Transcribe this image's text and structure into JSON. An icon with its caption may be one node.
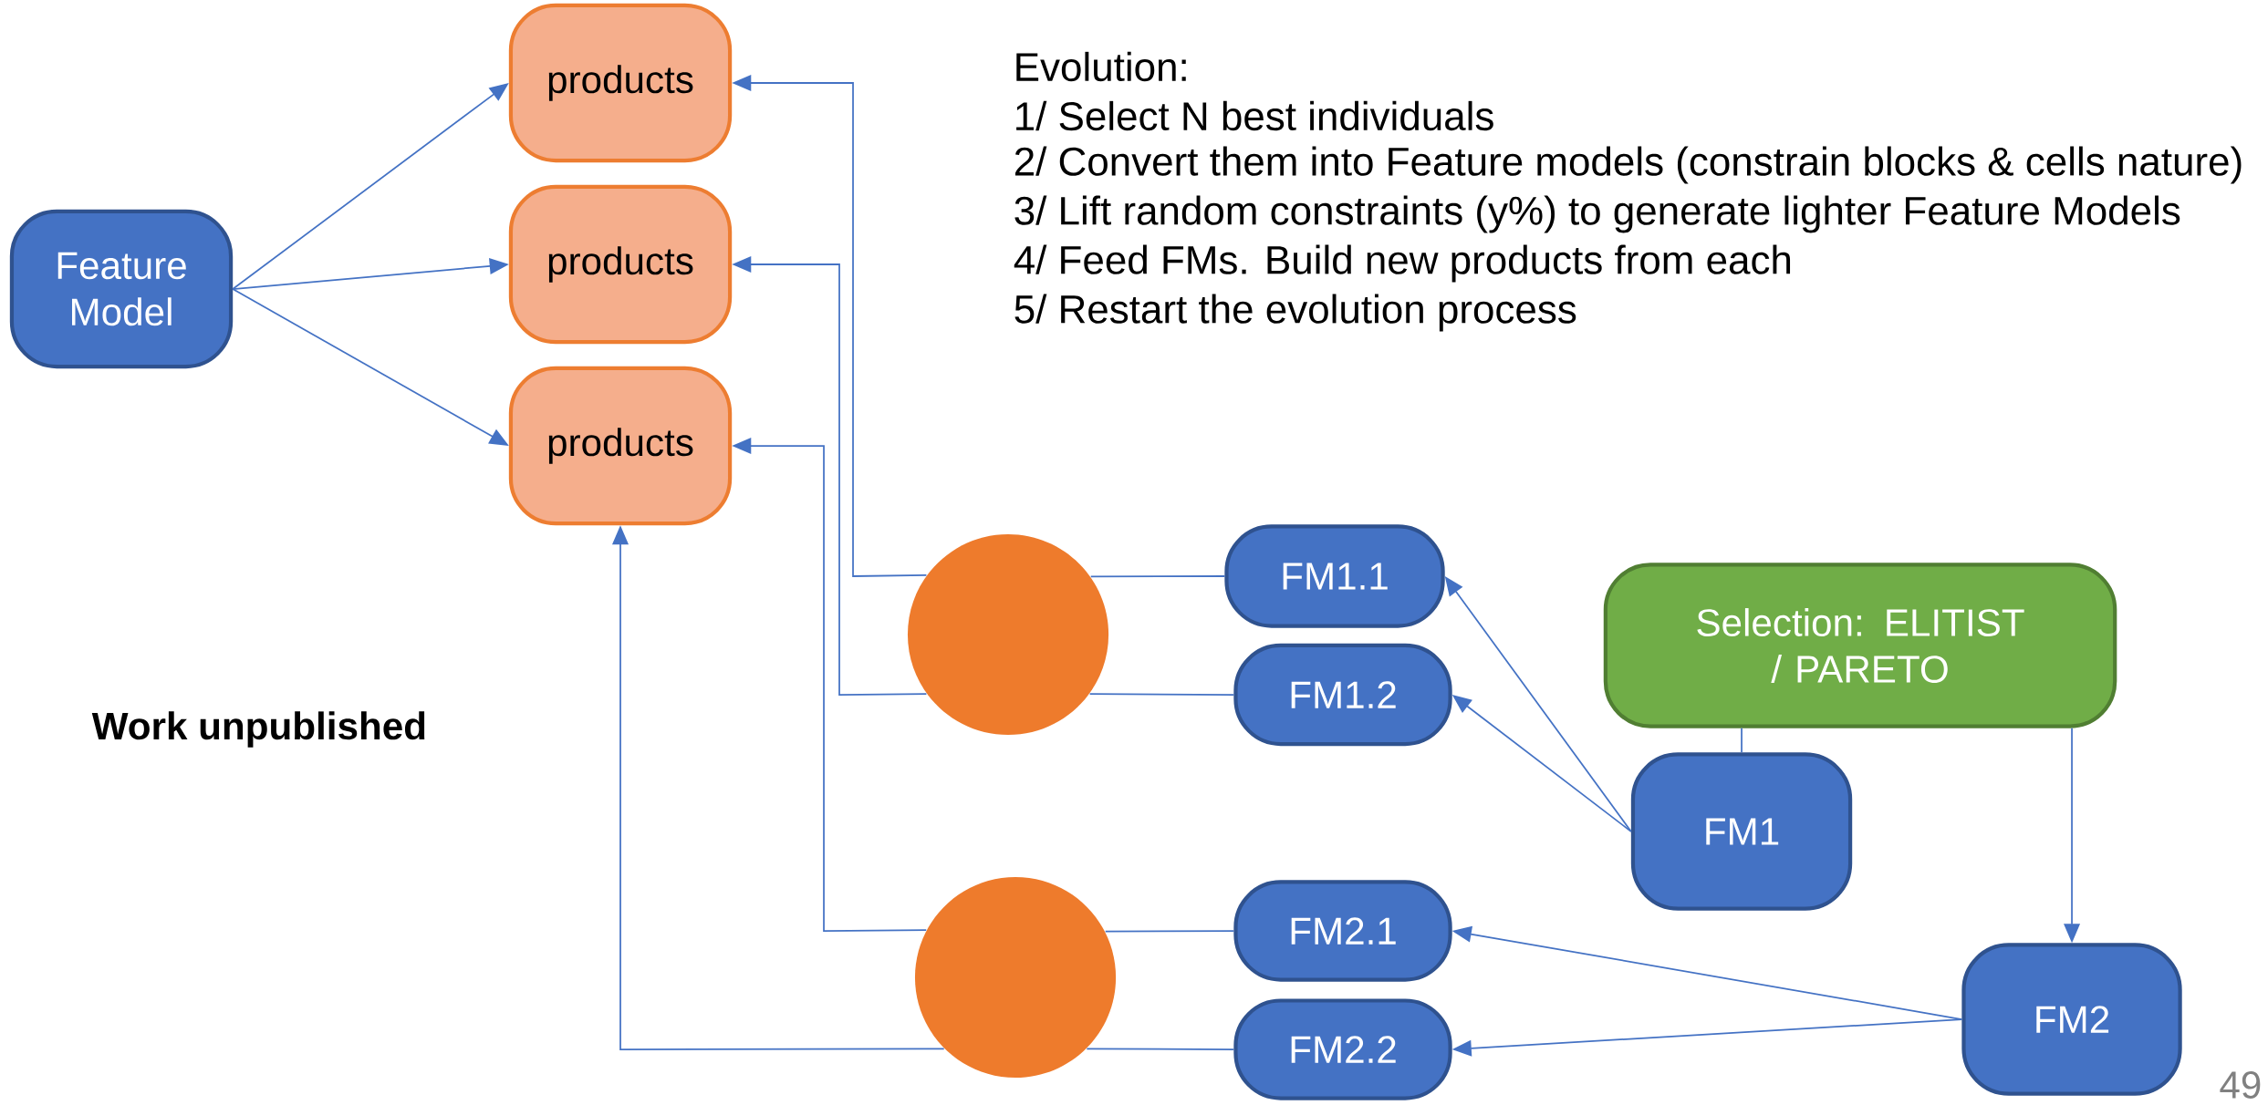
{
  "diagram": {
    "nodes": [
      {
        "text": [
          "Feature Model"
        ]
      },
      {
        "text": [
          "products"
        ]
      },
      {
        "text": [
          "products"
        ]
      },
      {
        "text": [
          "products"
        ]
      },
      {
        "text": [],
        "shape": "circle"
      },
      {
        "text": [
          "FM1.1"
        ]
      },
      {
        "text": [
          "FM1.2"
        ]
      },
      {
        "text": [
          "Selection: ELITIST / PARETO"
        ]
      },
      {
        "text": [
          "FM1"
        ]
      },
      {
        "text": [],
        "shape": "circle"
      },
      {
        "text": [
          "FM2.1"
        ]
      },
      {
        "text": [
          "FM2.2"
        ]
      },
      {
        "text": [
          "FM2"
        ]
      }
    ],
    "edges": [
      {
        "from": 0,
        "to": 1,
        "arrow": "to"
      },
      {
        "from": 0,
        "to": 2,
        "arrow": "to"
      },
      {
        "from": 0,
        "to": 3,
        "arrow": "to"
      },
      {
        "from": 5,
        "to": 4,
        "arrow": "none"
      },
      {
        "from": 4,
        "to": 1,
        "arrow": "to"
      },
      {
        "from": 6,
        "to": 4,
        "arrow": "none"
      },
      {
        "from": 4,
        "to": 2,
        "arrow": "to"
      },
      {
        "from": 10,
        "to": 9,
        "arrow": "none"
      },
      {
        "from": 9,
        "to": 3,
        "arrow": "to"
      },
      {
        "from": 11,
        "to": 9,
        "arrow": "none"
      },
      {
        "from": 9,
        "to": 3,
        "arrow": "to"
      },
      {
        "from": 8,
        "to": 5,
        "arrow": "to"
      },
      {
        "from": 8,
        "to": 6,
        "arrow": "to"
      },
      {
        "from": 7,
        "to": 8,
        "arrow": "none"
      },
      {
        "from": 7,
        "to": 12,
        "arrow": "to"
      },
      {
        "from": 12,
        "to": 10,
        "arrow": "to"
      },
      {
        "from": 12,
        "to": 11,
        "arrow": "to"
      }
    ],
    "labels": [
      "Evolution:",
      "1/ Select N best individuals",
      "2/ Convert them into Feature models (constrain blocks & cells nature)",
      "3/ Lift random constraints (y%) to generate lighter Feature Models",
      "4/ Feed FMs. Build new products from each",
      "5/ Restart the evolution process",
      "Work unpublished",
      "49"
    ]
  }
}
